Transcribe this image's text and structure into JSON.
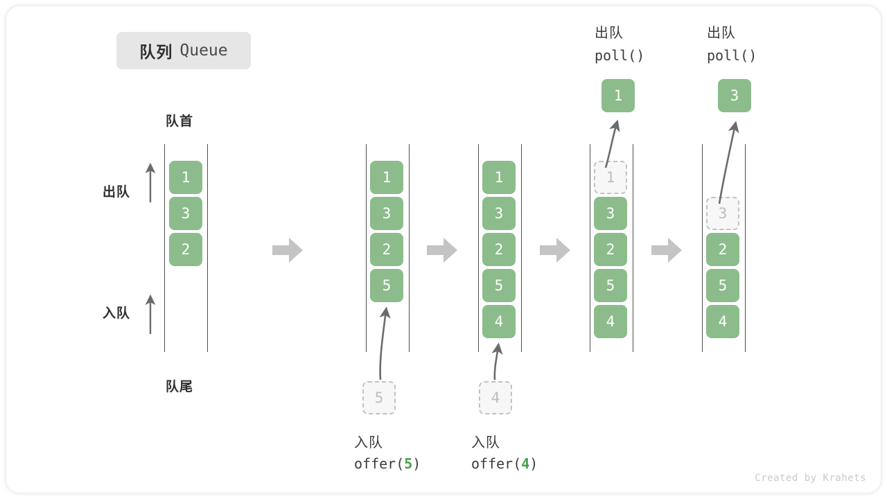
{
  "title": {
    "cn": "队列",
    "en": "Queue"
  },
  "labels": {
    "head": "队首",
    "tail": "队尾",
    "dequeue_side": "出队",
    "enqueue_side": "入队"
  },
  "colors": {
    "cell_green": "#8cbc8b",
    "cell_text": "#ffffff",
    "ghost_border": "#c2c2c2",
    "ghost_text": "#bdbdbd",
    "flow_arrow": "#c4c4c4",
    "curve_arrow": "#6b6b6b",
    "badge_bg": "#e6e6e6",
    "text_dark": "#2f2f2f",
    "footer_text": "#c9c9c9"
  },
  "columns": [
    {
      "id": "initial",
      "header_cn": "",
      "header_code": "",
      "cells": [
        "1",
        "3",
        "2"
      ],
      "ghost_index": -1,
      "result": null,
      "caption_cn": "",
      "caption_code": "",
      "caption_code_prefix": "",
      "caption_code_arg": "",
      "caption_code_suffix": "",
      "incoming_ghost": null
    },
    {
      "id": "offer-5",
      "header_cn": "",
      "header_code": "",
      "cells": [
        "1",
        "3",
        "2",
        "5"
      ],
      "ghost_index": -1,
      "result": null,
      "caption_cn": "入队",
      "caption_code_prefix": "offer(",
      "caption_code_arg": "5",
      "caption_code_suffix": ")",
      "incoming_ghost": "5"
    },
    {
      "id": "offer-4",
      "header_cn": "",
      "header_code": "",
      "cells": [
        "1",
        "3",
        "2",
        "5",
        "4"
      ],
      "ghost_index": -1,
      "result": null,
      "caption_cn": "入队",
      "caption_code_prefix": "offer(",
      "caption_code_arg": "4",
      "caption_code_suffix": ")",
      "incoming_ghost": "4"
    },
    {
      "id": "poll-1",
      "header_cn": "出队",
      "header_code": "poll()",
      "cells": [
        "1",
        "3",
        "2",
        "5",
        "4"
      ],
      "ghost_index": 0,
      "result": "1",
      "caption_cn": "",
      "caption_code_prefix": "",
      "caption_code_arg": "",
      "caption_code_suffix": "",
      "incoming_ghost": null
    },
    {
      "id": "poll-3",
      "header_cn": "出队",
      "header_code": "poll()",
      "cells": [
        "",
        "3",
        "2",
        "5",
        "4"
      ],
      "ghost_index": 1,
      "result": "3",
      "caption_cn": "",
      "caption_code_prefix": "",
      "caption_code_arg": "",
      "caption_code_suffix": "",
      "incoming_ghost": null
    }
  ],
  "footer": "Created by Krahets"
}
